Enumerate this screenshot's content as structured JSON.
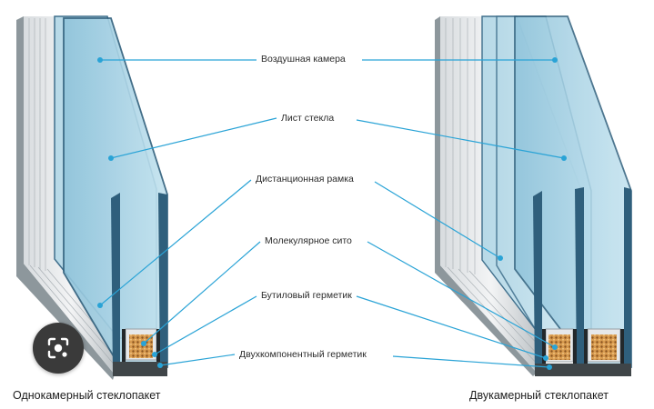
{
  "labels": {
    "air_chamber": "Воздушная камера",
    "glass_sheet": "Лист стекла",
    "spacer_frame": "Дистанционная рамка",
    "molecular_sieve": "Молекулярное сито",
    "butyl_sealant": "Бутиловый герметик",
    "two_component_sealant": "Двухкомпонентный герметик"
  },
  "captions": {
    "single_chamber": "Однокамерный стеклопакет",
    "double_chamber": "Двукамерный стеклопакет"
  },
  "colors": {
    "pointer": "#29a3d6",
    "glass": "#a9d3e6",
    "glass_edge": "#2f5f7c",
    "frame": "#9ea7ad",
    "sieve": "#c98a43"
  },
  "icons": {
    "lens": "lens-icon"
  }
}
